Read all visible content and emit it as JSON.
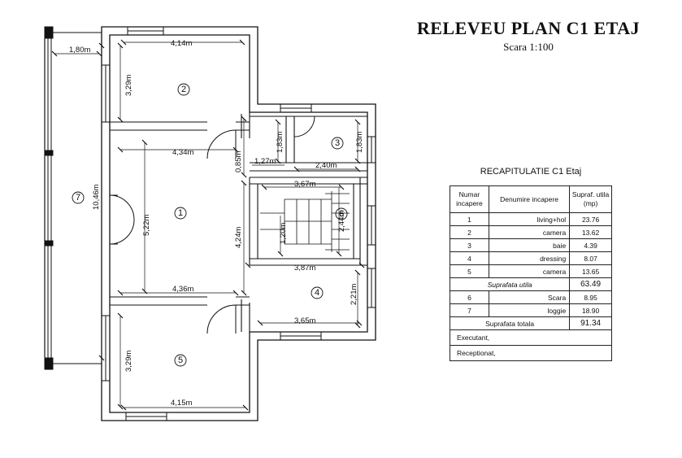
{
  "title": "RELEVEU PLAN C1 ETAJ",
  "scale": "Scara 1:100",
  "dimensions": {
    "loggia_width": "1,80m",
    "room2_width": "4,14m",
    "room2_height": "3,29m",
    "living_width_top": "4,34m",
    "door_85": "0,85m",
    "dim_127": "1,27m",
    "dim_183_left": "1,83m",
    "dim_183_right": "1,83m",
    "bath_width": "2,40m",
    "stair_width": "3,67m",
    "stair_len": "2,44m",
    "dim_120": "1,20m",
    "corridor_len": "4,24m",
    "living_len": "5,22m",
    "loggia_len": "10,46m",
    "dressing_width_top": "3,87m",
    "dressing_height": "2,21m",
    "living_width_bottom": "4,36m",
    "dressing_width_bottom": "3,65m",
    "room5_height": "3,29m",
    "room5_width": "4,15m"
  },
  "rooms": {
    "r1": "1",
    "r2": "2",
    "r3": "3",
    "r4": "4",
    "r5": "5",
    "r6": "6",
    "r7": "7"
  },
  "recap": {
    "title": "RECAPITULATIE C1 Etaj",
    "headers": {
      "num": "Numar incapere",
      "name": "Denumire incapere",
      "area": "Supraf. utila (mp)"
    },
    "rows": [
      {
        "num": "1",
        "name": "living+hol",
        "area": "23.76"
      },
      {
        "num": "2",
        "name": "camera",
        "area": "13.62"
      },
      {
        "num": "3",
        "name": "baie",
        "area": "4.39"
      },
      {
        "num": "4",
        "name": "dressing",
        "area": "8.07"
      },
      {
        "num": "5",
        "name": "camera",
        "area": "13.65"
      }
    ],
    "useful_label": "Suprafata utila",
    "useful_value": "63.49",
    "rows2": [
      {
        "num": "6",
        "name": "Scara",
        "area": "8.95"
      },
      {
        "num": "7",
        "name": "loggie",
        "area": "18.90"
      }
    ],
    "total_label": "Suprafata totala",
    "total_value": "91.34",
    "executant": "Executant,",
    "receptionat": "Receptionat,"
  }
}
